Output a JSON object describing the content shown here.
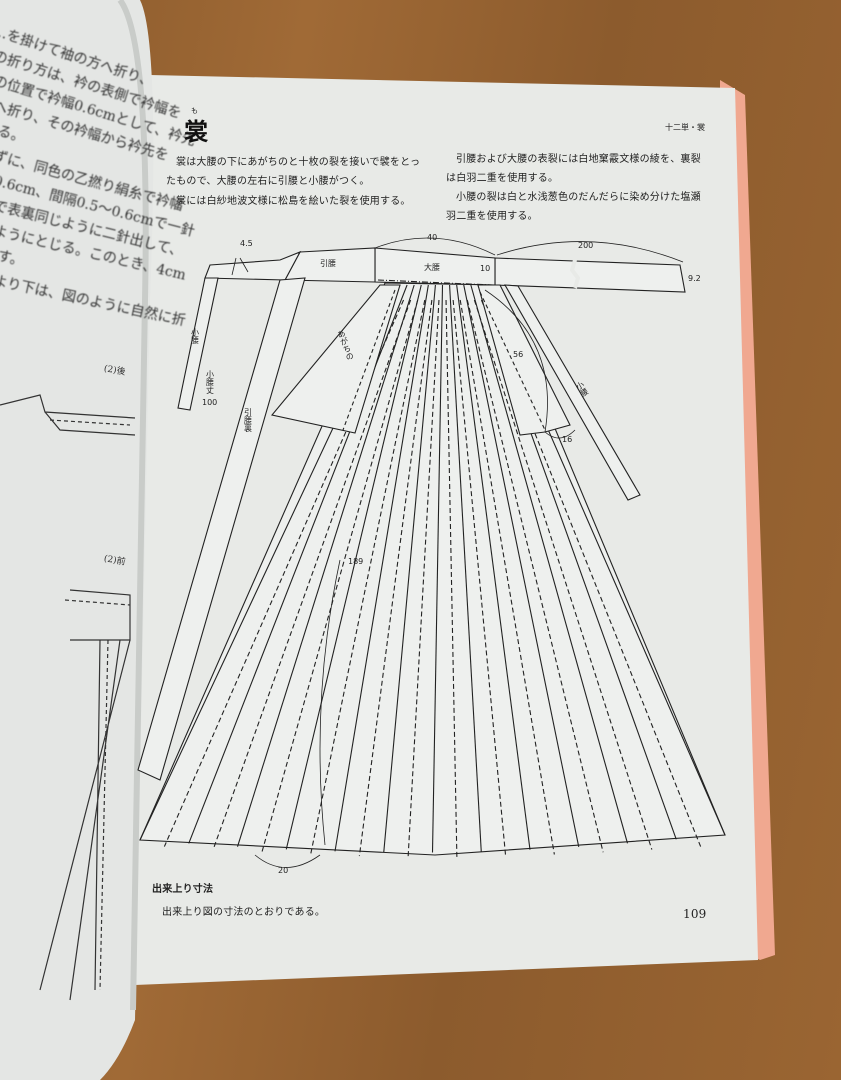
{
  "left_page": {
    "lines": [
      "…を掛けて袖の方へ折り、",
      "の折り方は、衿の表側で衿幅を",
      "の位置で衿幅0.6cmとして、衿先",
      "へ折り、その衿幅から衿先を",
      "る。",
      "ずに、同色の乙撚り絹糸で衿幅",
      "0.6cm、間隔0.5〜0.6cmで一針",
      "で表裏同じように二針出して、",
      "ようにとじる。このとき、4cm",
      "す。",
      "より下は、図のように自然に折"
    ],
    "figure_labels": [
      "(2)後",
      "(2)前"
    ]
  },
  "right_page": {
    "title_ruby": "も",
    "title": "裳",
    "running_head": "十二単・裳",
    "col1": [
      "裳は大腰の下にあがちのと十枚の裂を接いで襞をとっ",
      "たもので、大腰の左右に引腰と小腰がつく。",
      "裳には白紗地波文様に松島を絵いた裂を使用する。"
    ],
    "col2": [
      "引腰および大腰の表裂には白地窠霰文様の綾を、裏裂",
      "は白羽二重を使用する。",
      "小腰の裂は白と水浅葱色のだんだらに染め分けた塩瀬",
      "羽二重を使用する。"
    ],
    "diagram": {
      "labels": {
        "hikigoshi": "引腰",
        "ogoshi": "大腰",
        "kogoshi_left": "小腰",
        "kogoshi_length": "小腰丈",
        "hikigoshi_ura": "引腰裏",
        "agachino": "あがちの",
        "kogoshi_right": "小腰"
      },
      "dimensions": {
        "d45": "4.5",
        "d40": "40",
        "d200": "200",
        "d10": "10",
        "d92": "9.2",
        "d100": "100",
        "d56": "56",
        "d16": "16",
        "d189": "189",
        "d20": "20"
      }
    },
    "section_heading": "出来上り寸法",
    "section_text": "出来上り図の寸法のとおりである。",
    "page_number": "109"
  },
  "colors": {
    "wood": "#9a6532",
    "page": "#e9ebe8",
    "page_edge": "#f0a890",
    "ink": "#222222"
  }
}
